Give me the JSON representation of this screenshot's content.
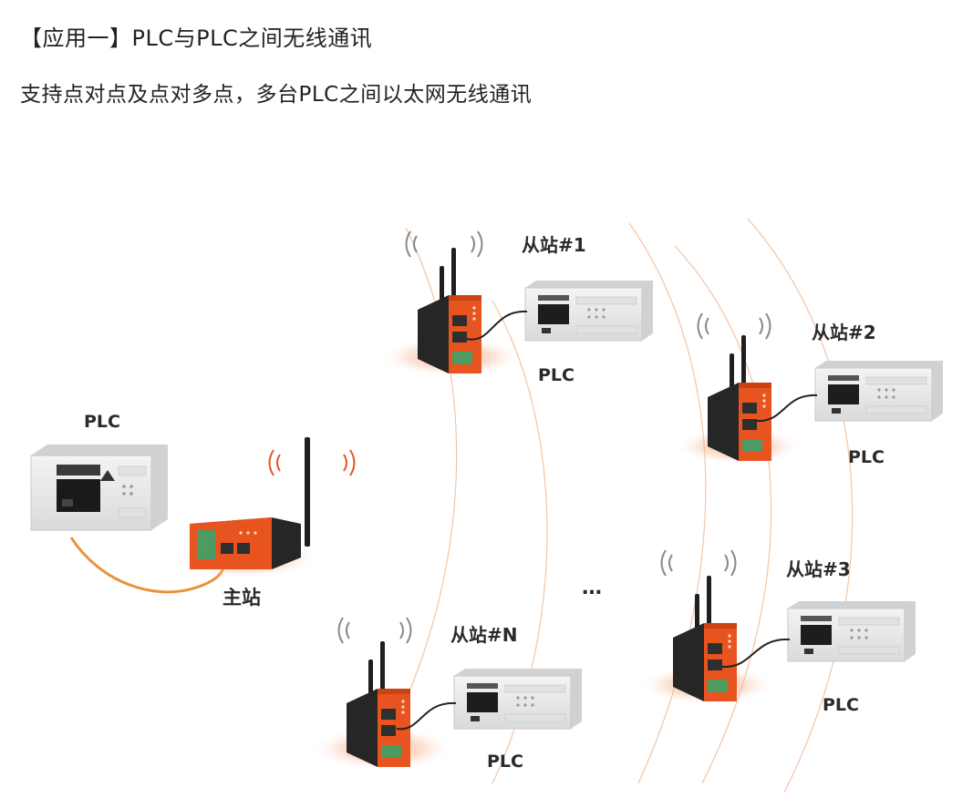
{
  "heading": "【应用一】PLC与PLC之间无线通讯",
  "subheading": "支持点对点及点对多点，多台PLC之间以太网无线通讯",
  "diagram": {
    "master": {
      "plc_label": "PLC",
      "router_label": "主站"
    },
    "slaves": [
      {
        "label": "从站#1",
        "plc_label": "PLC"
      },
      {
        "label": "从站#2",
        "plc_label": "PLC"
      },
      {
        "label": "从站#3",
        "plc_label": "PLC"
      },
      {
        "label": "从站#N",
        "plc_label": "PLC"
      }
    ],
    "ellipsis": "…",
    "colors": {
      "router_orange": "#e8541f",
      "router_dark": "#222222",
      "glow": "#f7b08a",
      "arc": "#f3c4a6",
      "plc_body": "#e7e8ea",
      "cable_orange": "#e8923a"
    }
  }
}
